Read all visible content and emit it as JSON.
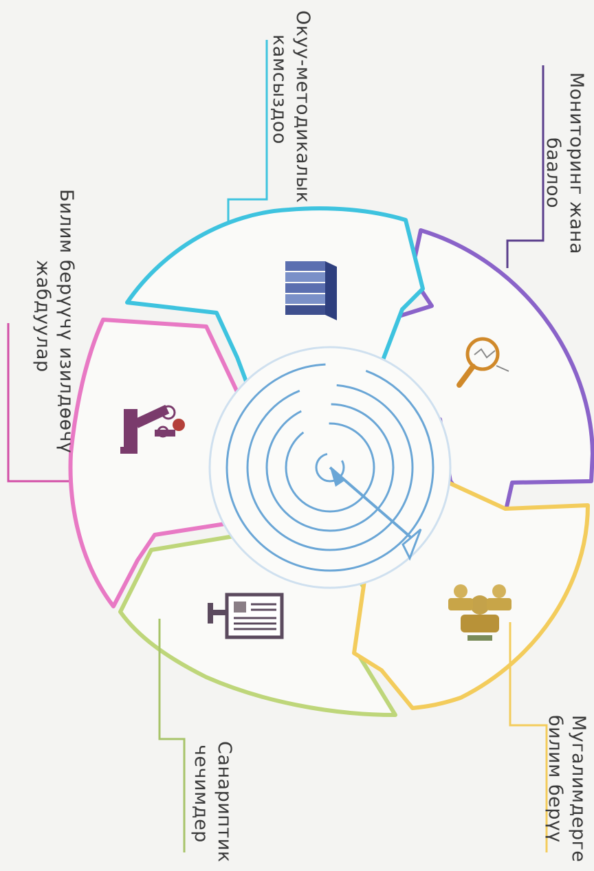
{
  "diagram": {
    "segments": [
      {
        "id": "monitoring",
        "label_lines": [
          "Мониторинг жана",
          "баалоо"
        ],
        "color": "#8a63c9",
        "icon": "magnifier-chart-icon"
      },
      {
        "id": "methodical",
        "label_lines": [
          "Окуу-методикалык",
          "камсыздоо"
        ],
        "color": "#3ec3df",
        "icon": "books-stack-icon"
      },
      {
        "id": "research",
        "label_lines": [
          "Билим берүүчү изилдөөчү",
          "жабдуулар"
        ],
        "color": "#e879c4",
        "icon": "microscope-molecules-icon"
      },
      {
        "id": "digital",
        "label_lines": [
          "Санариптик",
          "чечимдер"
        ],
        "color": "#bed67a",
        "icon": "computer-monitor-icon"
      },
      {
        "id": "teachers",
        "label_lines": [
          "Мугалимдерге",
          "билим берүү"
        ],
        "color": "#f3cc5c",
        "icon": "teachers-group-icon"
      }
    ],
    "center_icon": "target-arrow-icon"
  }
}
